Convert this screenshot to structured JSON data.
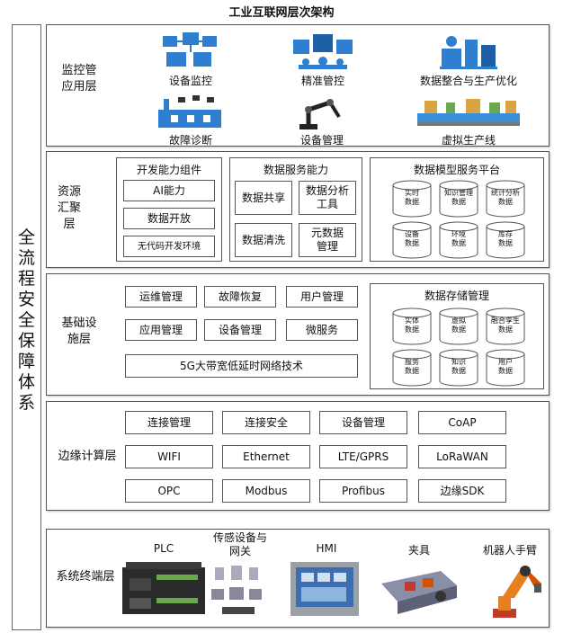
{
  "title": "工业互联网层次架构",
  "side_label": "全流程安全保障体系",
  "monitor": {
    "name": [
      "监控管",
      "应用层"
    ],
    "items": [
      "设备监控",
      "精准管控",
      "数据整合与生产优化",
      "故障诊断",
      "设备管理",
      "虚拟生产线"
    ]
  },
  "resource": {
    "name": [
      "资源",
      "汇聚",
      "层"
    ],
    "dev": {
      "title": "开发能力组件",
      "items": [
        "AI能力",
        "数据开放",
        "无代码开发环境"
      ]
    },
    "ds": {
      "title": "数据服务能力",
      "items": [
        "数据共享",
        "数据分析工具",
        "数据清洗",
        "元数据管理"
      ]
    },
    "dm": {
      "title": "数据模型服务平台",
      "items": [
        "实时数据",
        "知识管理数据",
        "统计分析数据",
        "设备数据",
        "环境数据",
        "库存数据"
      ]
    }
  },
  "base": {
    "name": [
      "基础设",
      "施层"
    ],
    "items": [
      "运维管理",
      "故障恢复",
      "用户管理",
      "应用管理",
      "设备管理",
      "微服务",
      "5G大带宽低延时网络技术"
    ],
    "storage": {
      "title": "数据存储管理",
      "items": [
        "实体数据",
        "虚拟数据",
        "融合孪生数据",
        "服务数据",
        "知识数据",
        "用户数据"
      ]
    }
  },
  "edge": {
    "name": "边缘计算层",
    "items": [
      "连接管理",
      "连接安全",
      "设备管理",
      "CoAP",
      "WIFI",
      "Ethernet",
      "LTE/GPRS",
      "LoRaWAN",
      "OPC",
      "Modbus",
      "Profibus",
      "边缘SDK"
    ]
  },
  "terminal": {
    "name": "系统终端层",
    "items": [
      "PLC",
      "传感设备与网关",
      "HMI",
      "夹具",
      "机器人手臂"
    ]
  },
  "colors": {
    "blue": "#2e7fd0",
    "border": "#555555"
  }
}
